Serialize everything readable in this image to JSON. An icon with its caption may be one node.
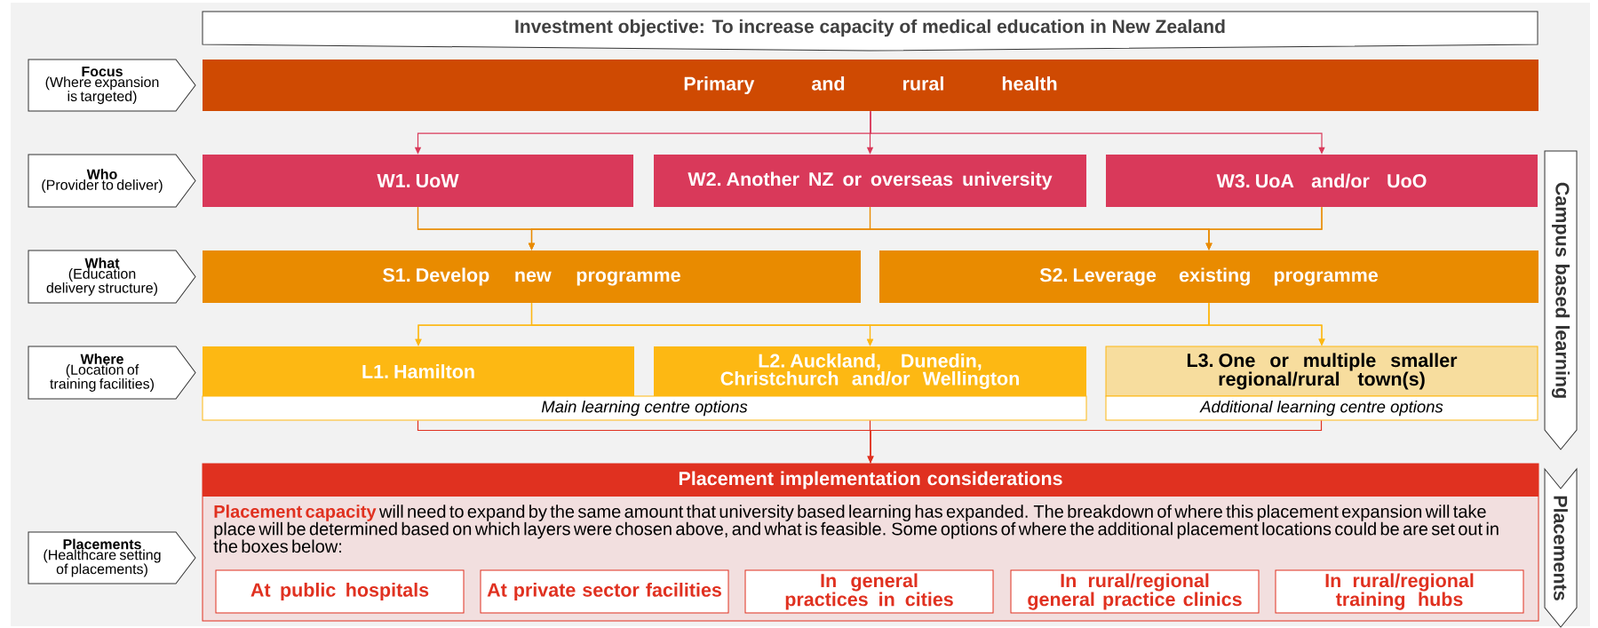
{
  "diagram": {
    "nodes": [
      {
        "text": [
          "Investment objective: To increase capacity of medical education in New Zealand"
        ]
      },
      {
        "text": [
          "Focus",
          "(Where expansion is targeted)"
        ]
      },
      {
        "text": [
          "Primary and rural health"
        ]
      },
      {
        "text": [
          "Who",
          "(Provider to deliver)"
        ]
      },
      {
        "text": [
          "W1. UoW"
        ]
      },
      {
        "text": [
          "W2. Another NZ or overseas university"
        ]
      },
      {
        "text": [
          "W3. UoA and/or UoO"
        ]
      },
      {
        "text": [
          "What",
          "(Education delivery structure)"
        ]
      },
      {
        "text": [
          "S1. Develop new programme"
        ]
      },
      {
        "text": [
          "S2. Leverage existing programme"
        ]
      },
      {
        "text": [
          "Where",
          "(Location of training facilities)"
        ]
      },
      {
        "text": [
          "L1. Hamilton"
        ]
      },
      {
        "text": [
          "L2. Auckland, Dunedin, Christchurch and/or Wellington"
        ]
      },
      {
        "text": [
          "L3. One or multiple smaller regional/rural town(s)"
        ]
      },
      {
        "text": [
          "Main learning centre options"
        ]
      },
      {
        "text": [
          "Additional learning centre options"
        ]
      },
      {
        "text": [
          "Campus based learning"
        ]
      },
      {
        "text": [
          "Placements",
          "(Healthcare setting of placements)"
        ]
      },
      {
        "text": [
          "Placement implementation considerations",
          "**Placement capacity** will need to expand by the same amount that university based learning has expanded. The breakdown of where this placement expansion will take place will be determined based on which layers were chosen above, and what is feasible. Some options of where the additional placement locations could be are set out in the boxes below:"
        ]
      },
      {
        "text": [
          "At public hospitals"
        ],
        "in": 18
      },
      {
        "text": [
          "At private sector facilities"
        ],
        "in": 18
      },
      {
        "text": [
          "In general practices in cities"
        ],
        "in": 18
      },
      {
        "text": [
          "In rural/regional general practice clinics"
        ],
        "in": 18
      },
      {
        "text": [
          "In rural/regional training hubs"
        ],
        "in": 18
      },
      {
        "text": [
          "Placements"
        ]
      }
    ],
    "edges": [
      {
        "from": 2,
        "to": 4,
        "arrow": "to",
        "color": "#d9395a"
      },
      {
        "from": 2,
        "to": 5,
        "arrow": "to",
        "color": "#d9395a"
      },
      {
        "from": 2,
        "to": 6,
        "arrow": "to",
        "color": "#d9395a"
      },
      {
        "from": 4,
        "to": 8,
        "arrow": "to",
        "color": "#e98b00"
      },
      {
        "from": 4,
        "to": 9,
        "arrow": "to",
        "color": "#e98b00"
      },
      {
        "from": 5,
        "to": 8,
        "arrow": "to",
        "color": "#e98b00"
      },
      {
        "from": 5,
        "to": 9,
        "arrow": "to",
        "color": "#e98b00"
      },
      {
        "from": 6,
        "to": 8,
        "arrow": "to",
        "color": "#e98b00"
      },
      {
        "from": 6,
        "to": 9,
        "arrow": "to",
        "color": "#e98b00"
      },
      {
        "from": 8,
        "to": 11,
        "arrow": "to",
        "color": "#fdb813"
      },
      {
        "from": 8,
        "to": 12,
        "arrow": "to",
        "color": "#fdb813"
      },
      {
        "from": 8,
        "to": 13,
        "arrow": "to",
        "color": "#fdb813"
      },
      {
        "from": 9,
        "to": 11,
        "arrow": "to",
        "color": "#fdb813"
      },
      {
        "from": 9,
        "to": 12,
        "arrow": "to",
        "color": "#fdb813"
      },
      {
        "from": 9,
        "to": 13,
        "arrow": "to",
        "color": "#fdb813"
      },
      {
        "from": 14,
        "to": 18,
        "arrow": "to",
        "color": "#e03120"
      },
      {
        "from": 15,
        "to": 18,
        "arrow": "to",
        "color": "#e03120"
      }
    ]
  }
}
